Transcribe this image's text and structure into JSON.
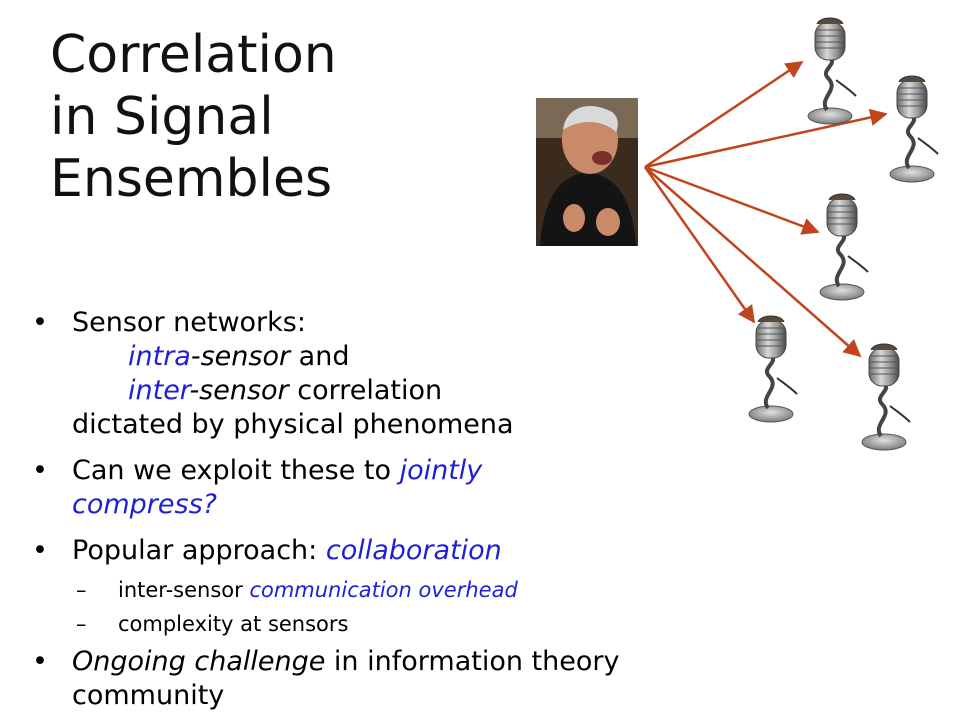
{
  "slide": {
    "title_lines": [
      "Correlation",
      "in Signal",
      "Ensembles"
    ],
    "bullets": {
      "b1_line1": "Sensor networks:",
      "b1_intra": "intra",
      "b1_intra_rest": "-sensor",
      "b1_and": " and",
      "b1_inter": "inter",
      "b1_inter_rest": "-sensor",
      "b1_corr": " correlation",
      "b1_line4": "dictated by physical phenomena",
      "b2_plain": "Can we exploit these to ",
      "b2_em1": "jointly",
      "b2_em2": "compress?",
      "b3_plain": "Popular approach: ",
      "b3_em": "collaboration",
      "sub1_plain": "inter-sensor ",
      "sub1_em": "communication overhead",
      "sub2": "complexity at sensors",
      "b4_em": "Ongoing challenge",
      "b4_plain": " in information theory",
      "b4_line2": "community",
      "bullet_glyph": "•",
      "dash_glyph": "–"
    }
  },
  "figure": {
    "source": "photo-of-speaking-man",
    "receivers": [
      "microphone-1",
      "microphone-2",
      "microphone-3",
      "microphone-4",
      "microphone-5"
    ],
    "arrow_color": "#c0451f",
    "icon_names": [
      "speaker-photo",
      "microphone-icon",
      "arrow"
    ]
  }
}
